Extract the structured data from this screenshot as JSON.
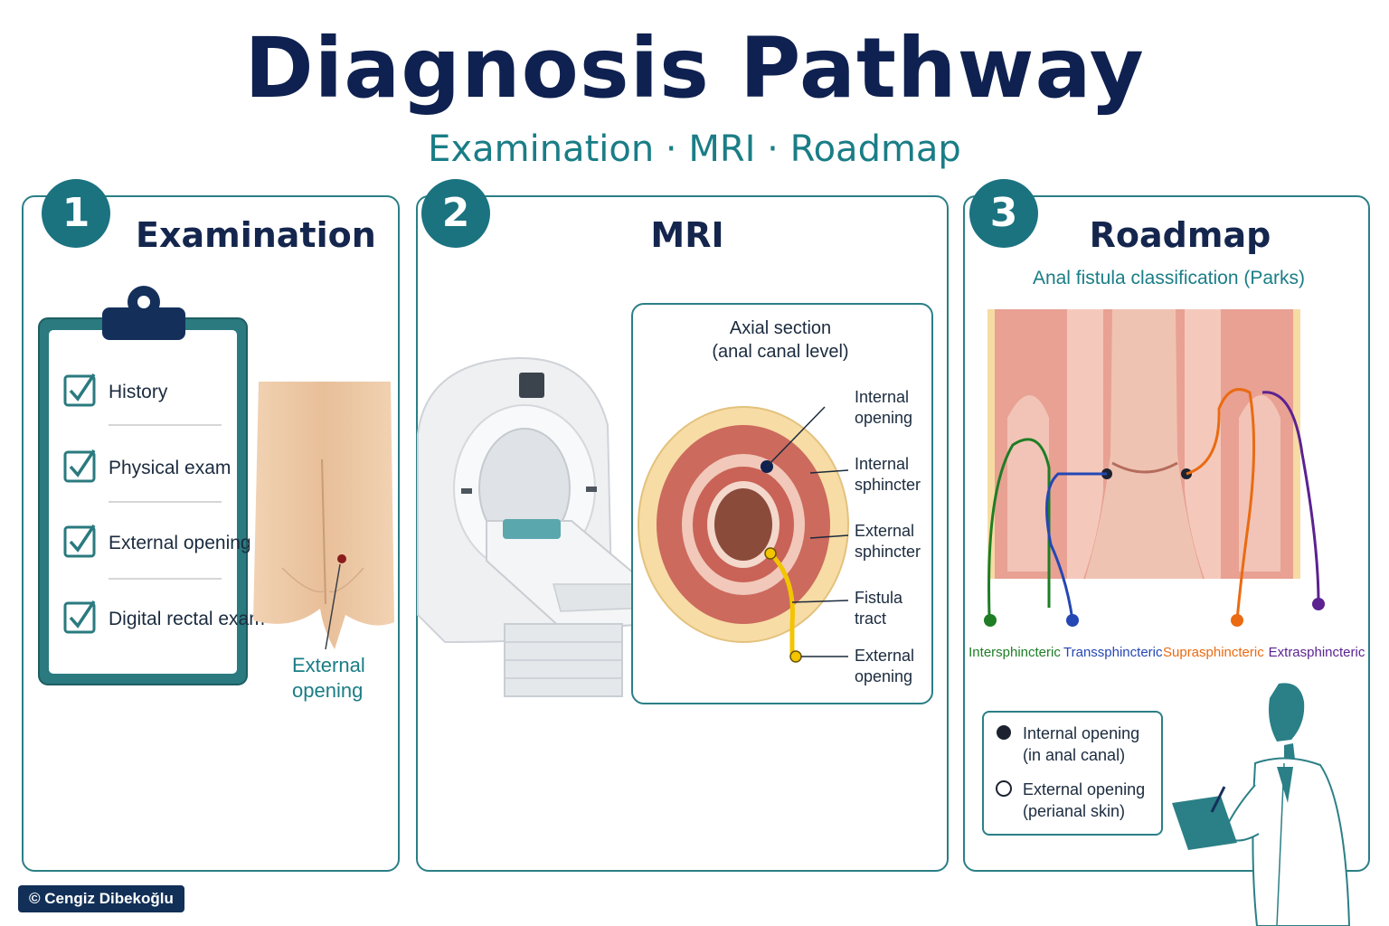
{
  "header": {
    "title": "Diagnosis Pathway",
    "subtitle": "Examination · MRI · Roadmap"
  },
  "panels": [
    {
      "number": "1",
      "title": "Examination",
      "checklist": [
        "History",
        "Physical exam",
        "External opening",
        "Digital rectal exam"
      ],
      "external_label_line1": "External",
      "external_label_line2": "opening"
    },
    {
      "number": "2",
      "title": "MRI",
      "section_title_line1": "Axial section",
      "section_title_line2": "(anal canal level)",
      "labels": [
        {
          "line1": "Internal",
          "line2": "opening"
        },
        {
          "line1": "Internal",
          "line2": "sphincter"
        },
        {
          "line1": "External",
          "line2": "sphincter"
        },
        {
          "line1": "Fistula",
          "line2": "tract"
        },
        {
          "line1": "External",
          "line2": "opening"
        }
      ]
    },
    {
      "number": "3",
      "title": "Roadmap",
      "subtitle": "Anal fistula classification (Parks)",
      "classes": [
        {
          "name": "Intersphincteric",
          "color": "#1e7d25"
        },
        {
          "name": "Transsphincteric",
          "color": "#2547b3"
        },
        {
          "name": "Suprasphincteric",
          "color": "#ea6b12"
        },
        {
          "name": "Extrasphincteric",
          "color": "#5b2290"
        }
      ],
      "legend": [
        {
          "line1": "Internal opening",
          "line2": "(in anal canal)"
        },
        {
          "line1": "External opening",
          "line2": "(perianal skin)"
        }
      ]
    }
  ],
  "copyright": "© Cengiz Dibekoğlu",
  "colors": {
    "navy": "#0f2150",
    "teal": "#1b7380",
    "panel_border": "#2b7f86",
    "fistula_yellow": "#f2c500",
    "muscle_red": "#c9655a"
  }
}
